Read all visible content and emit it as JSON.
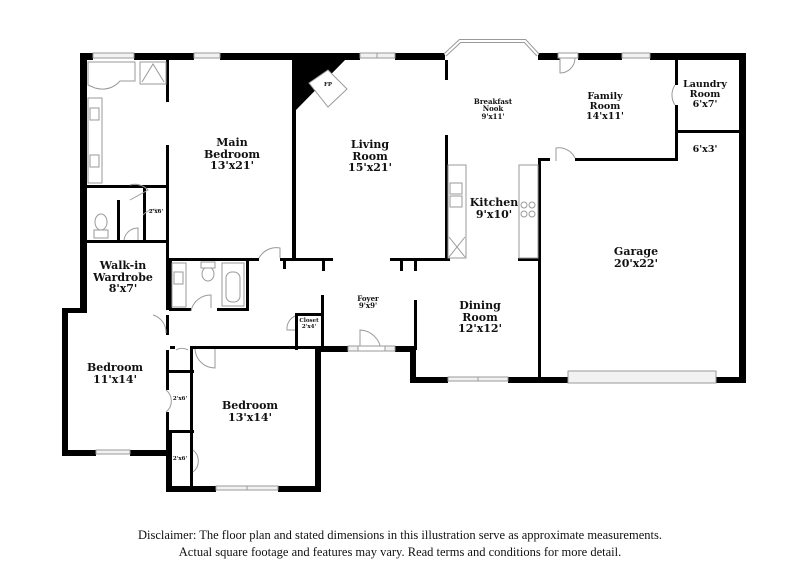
{
  "floor_plan": {
    "rooms": [
      {
        "id": "main-bedroom",
        "name": "Main",
        "name2": "Bedroom",
        "dims": "13'x21'"
      },
      {
        "id": "living-room",
        "name": "Living",
        "name2": "Room",
        "dims": "15'x21'"
      },
      {
        "id": "breakfast-nook",
        "name": "Breakfast",
        "name2": "Nook",
        "dims": "9'x11'"
      },
      {
        "id": "family-room",
        "name": "Family",
        "name2": "Room",
        "dims": "14'x11'"
      },
      {
        "id": "laundry-room",
        "name": "Laundry",
        "name2": "Room",
        "dims": "6'x7'"
      },
      {
        "id": "storage",
        "dims": "6'x3'"
      },
      {
        "id": "kitchen",
        "name": "Kitchen",
        "dims": "9'x10'"
      },
      {
        "id": "garage",
        "name": "Garage",
        "dims": "20'x22'"
      },
      {
        "id": "walk-in-wardrobe",
        "name": "Walk-in",
        "name2": "Wardrobe",
        "dims": "8'x7'"
      },
      {
        "id": "foyer",
        "name": "Foyer",
        "dims": "9'x9'"
      },
      {
        "id": "dining-room",
        "name": "Dining",
        "name2": "Room",
        "dims": "12'x12'"
      },
      {
        "id": "bedroom-2",
        "name": "Bedroom",
        "dims": "11'x14'"
      },
      {
        "id": "bedroom-3",
        "name": "Bedroom",
        "dims": "13'x14'"
      },
      {
        "id": "closet-foyer",
        "name": "Closet",
        "dims": "2'x4'"
      },
      {
        "id": "closet-main",
        "dims": "2'x6'"
      },
      {
        "id": "closet-bed2",
        "dims": "2'x6'"
      },
      {
        "id": "closet-bed3",
        "dims": "2'x6'"
      }
    ],
    "fireplace_label": "FP"
  },
  "disclaimer": {
    "line1": "Disclaimer: The floor plan and stated dimensions in this illustration serve as approximate measurements.",
    "line2": "Actual square footage and features may vary. Read terms and conditions for more detail."
  }
}
